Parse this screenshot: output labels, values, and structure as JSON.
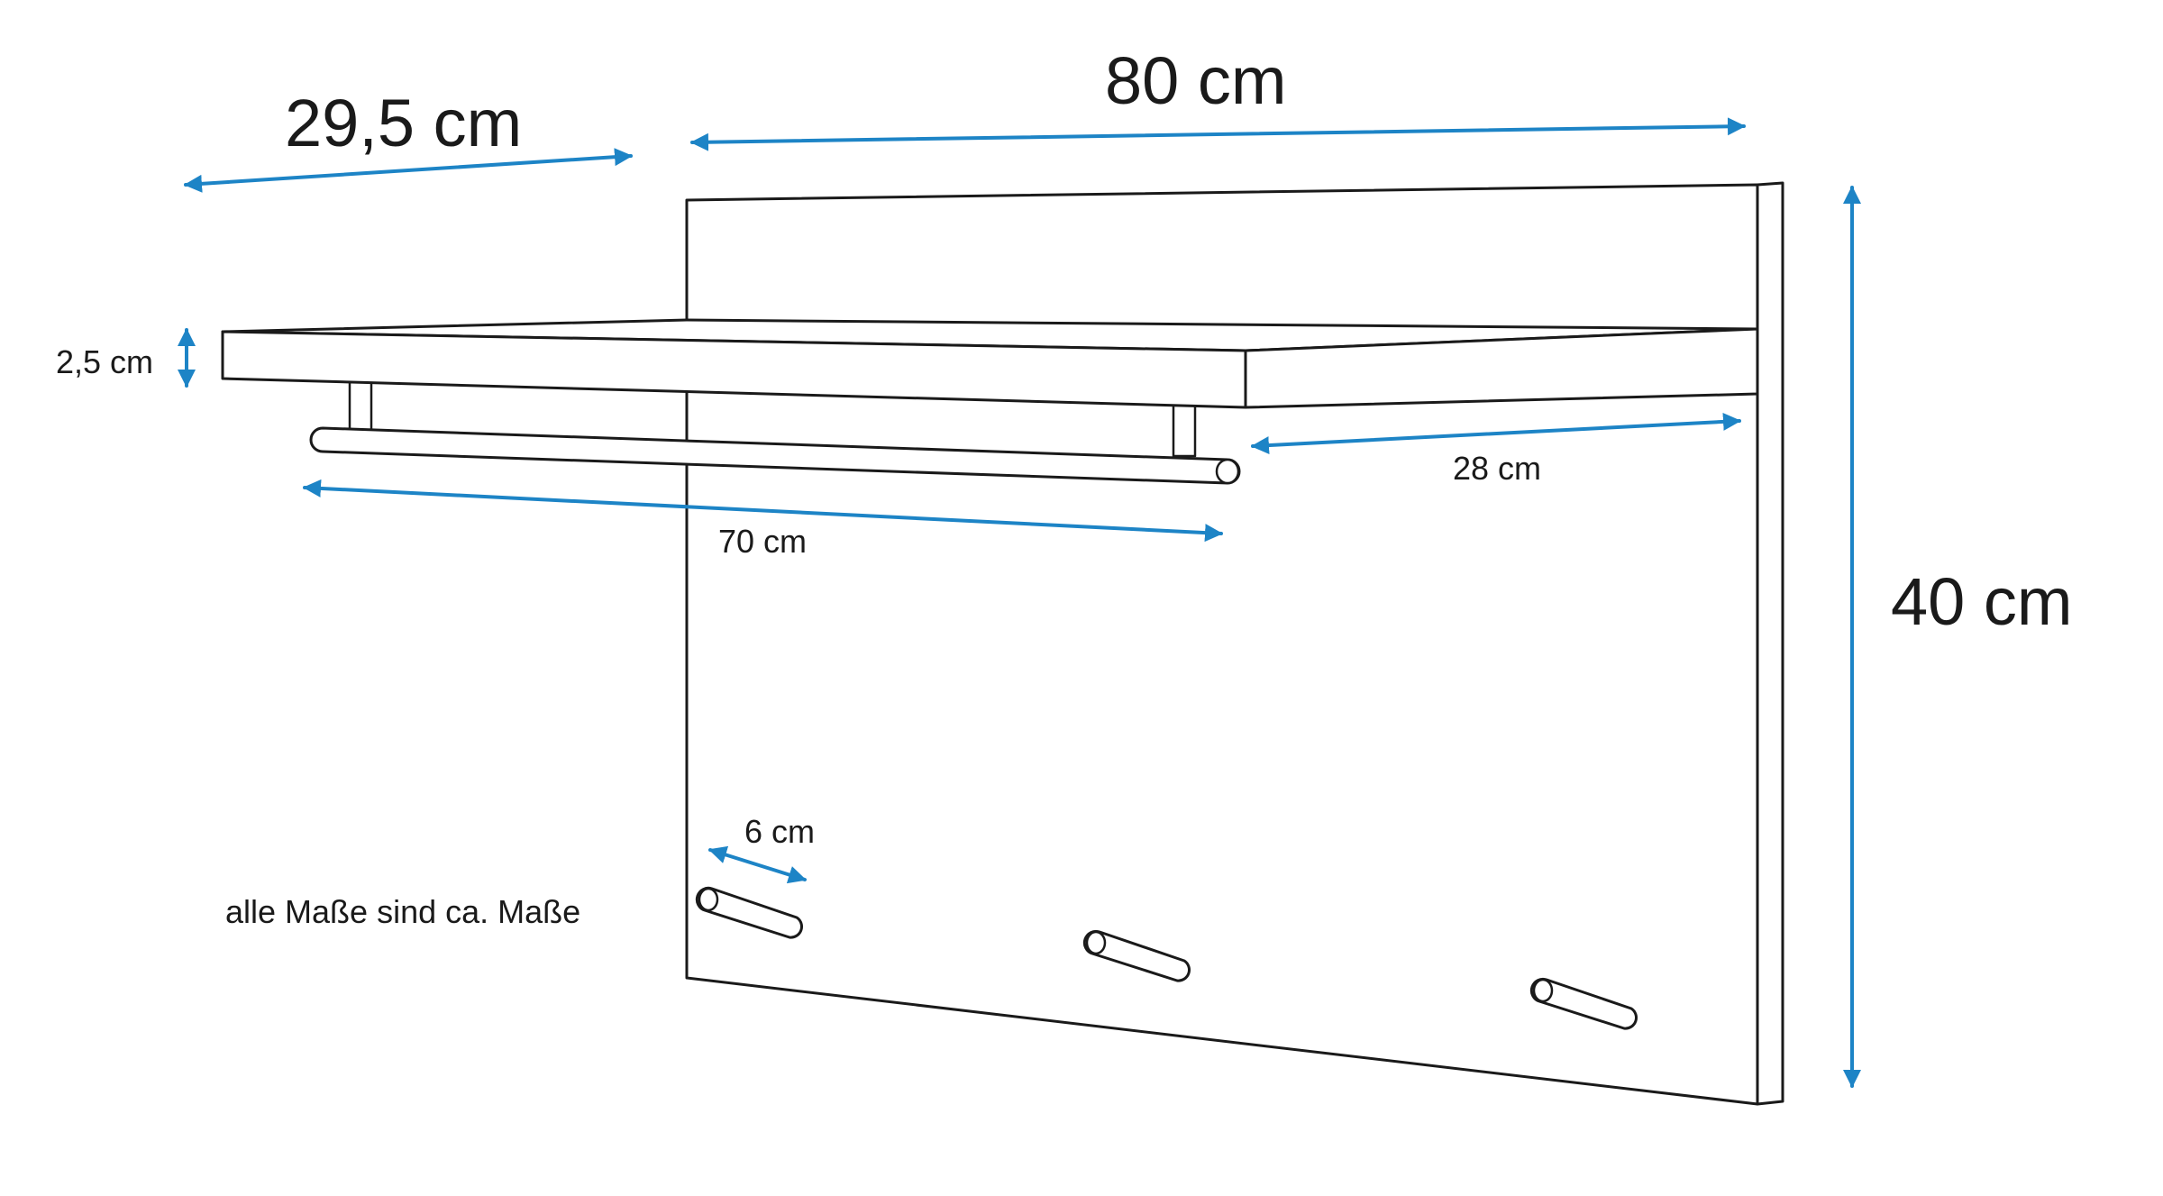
{
  "dimensions": {
    "depth": "29,5 cm",
    "width": "80 cm",
    "height": "40 cm",
    "shelf_thickness": "2,5 cm",
    "shelf_side": "28 cm",
    "rail_length": "70 cm",
    "hook_length": "6 cm"
  },
  "note": "alle Maße sind ca. Maße",
  "colors": {
    "dimension": "#1d84c6",
    "outline": "#1a1a1a",
    "background": "#ffffff"
  }
}
